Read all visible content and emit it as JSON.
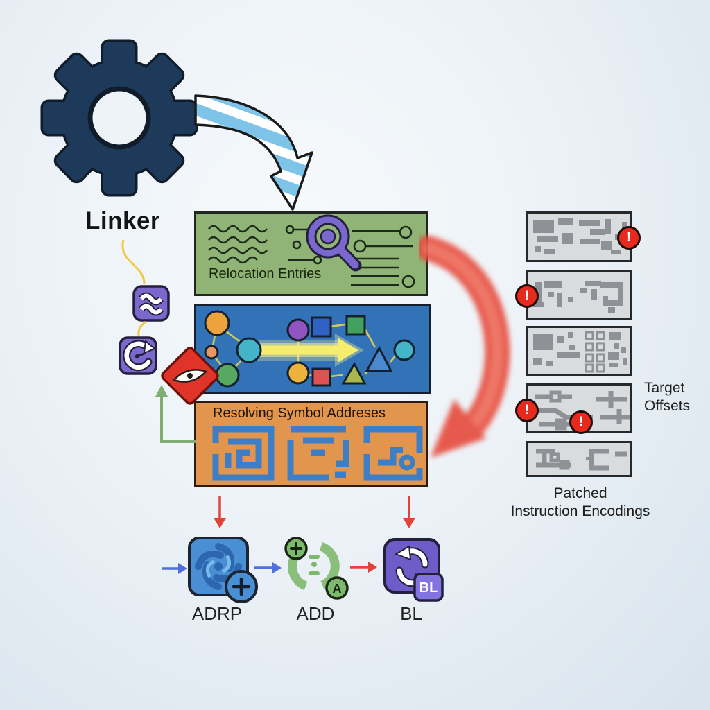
{
  "linker": {
    "label": "Linker"
  },
  "boxes": {
    "relocation": {
      "title": "Relocation Entries",
      "fill": "#8fb475"
    },
    "symbol_graph": {
      "fill": "#3273b8"
    },
    "resolving": {
      "title": "Resolving Symbol Addreses",
      "fill": "#e2954d"
    }
  },
  "right_column": {
    "target_offsets": [
      "Target",
      "Offsets"
    ],
    "patched": [
      "Patched",
      "Instruction Encodings"
    ],
    "alert": "!"
  },
  "instructions": {
    "adrp": {
      "label": "ADRP"
    },
    "add": {
      "label": "ADD",
      "a": "A"
    },
    "bl": {
      "label": "BL",
      "badge": "BL"
    }
  },
  "colors": {
    "gear_navy": "#1e3a5a",
    "stripe_blue": "#7ec3e8",
    "relocation_green": "#8fb475",
    "graph_blue": "#3273b8",
    "resolving_orange": "#e2954d",
    "maze_blue": "#3d7ec6",
    "alert_red": "#e8291d",
    "flow_red": "#e24238",
    "flow_green": "#80ad72",
    "flow_yellow": "#f2c84b",
    "icon_purple": "#7a68cc",
    "adrp_blue": "#4a8fd4",
    "add_green": "#8abf7b",
    "bl_purple": "#6e5cc8"
  }
}
